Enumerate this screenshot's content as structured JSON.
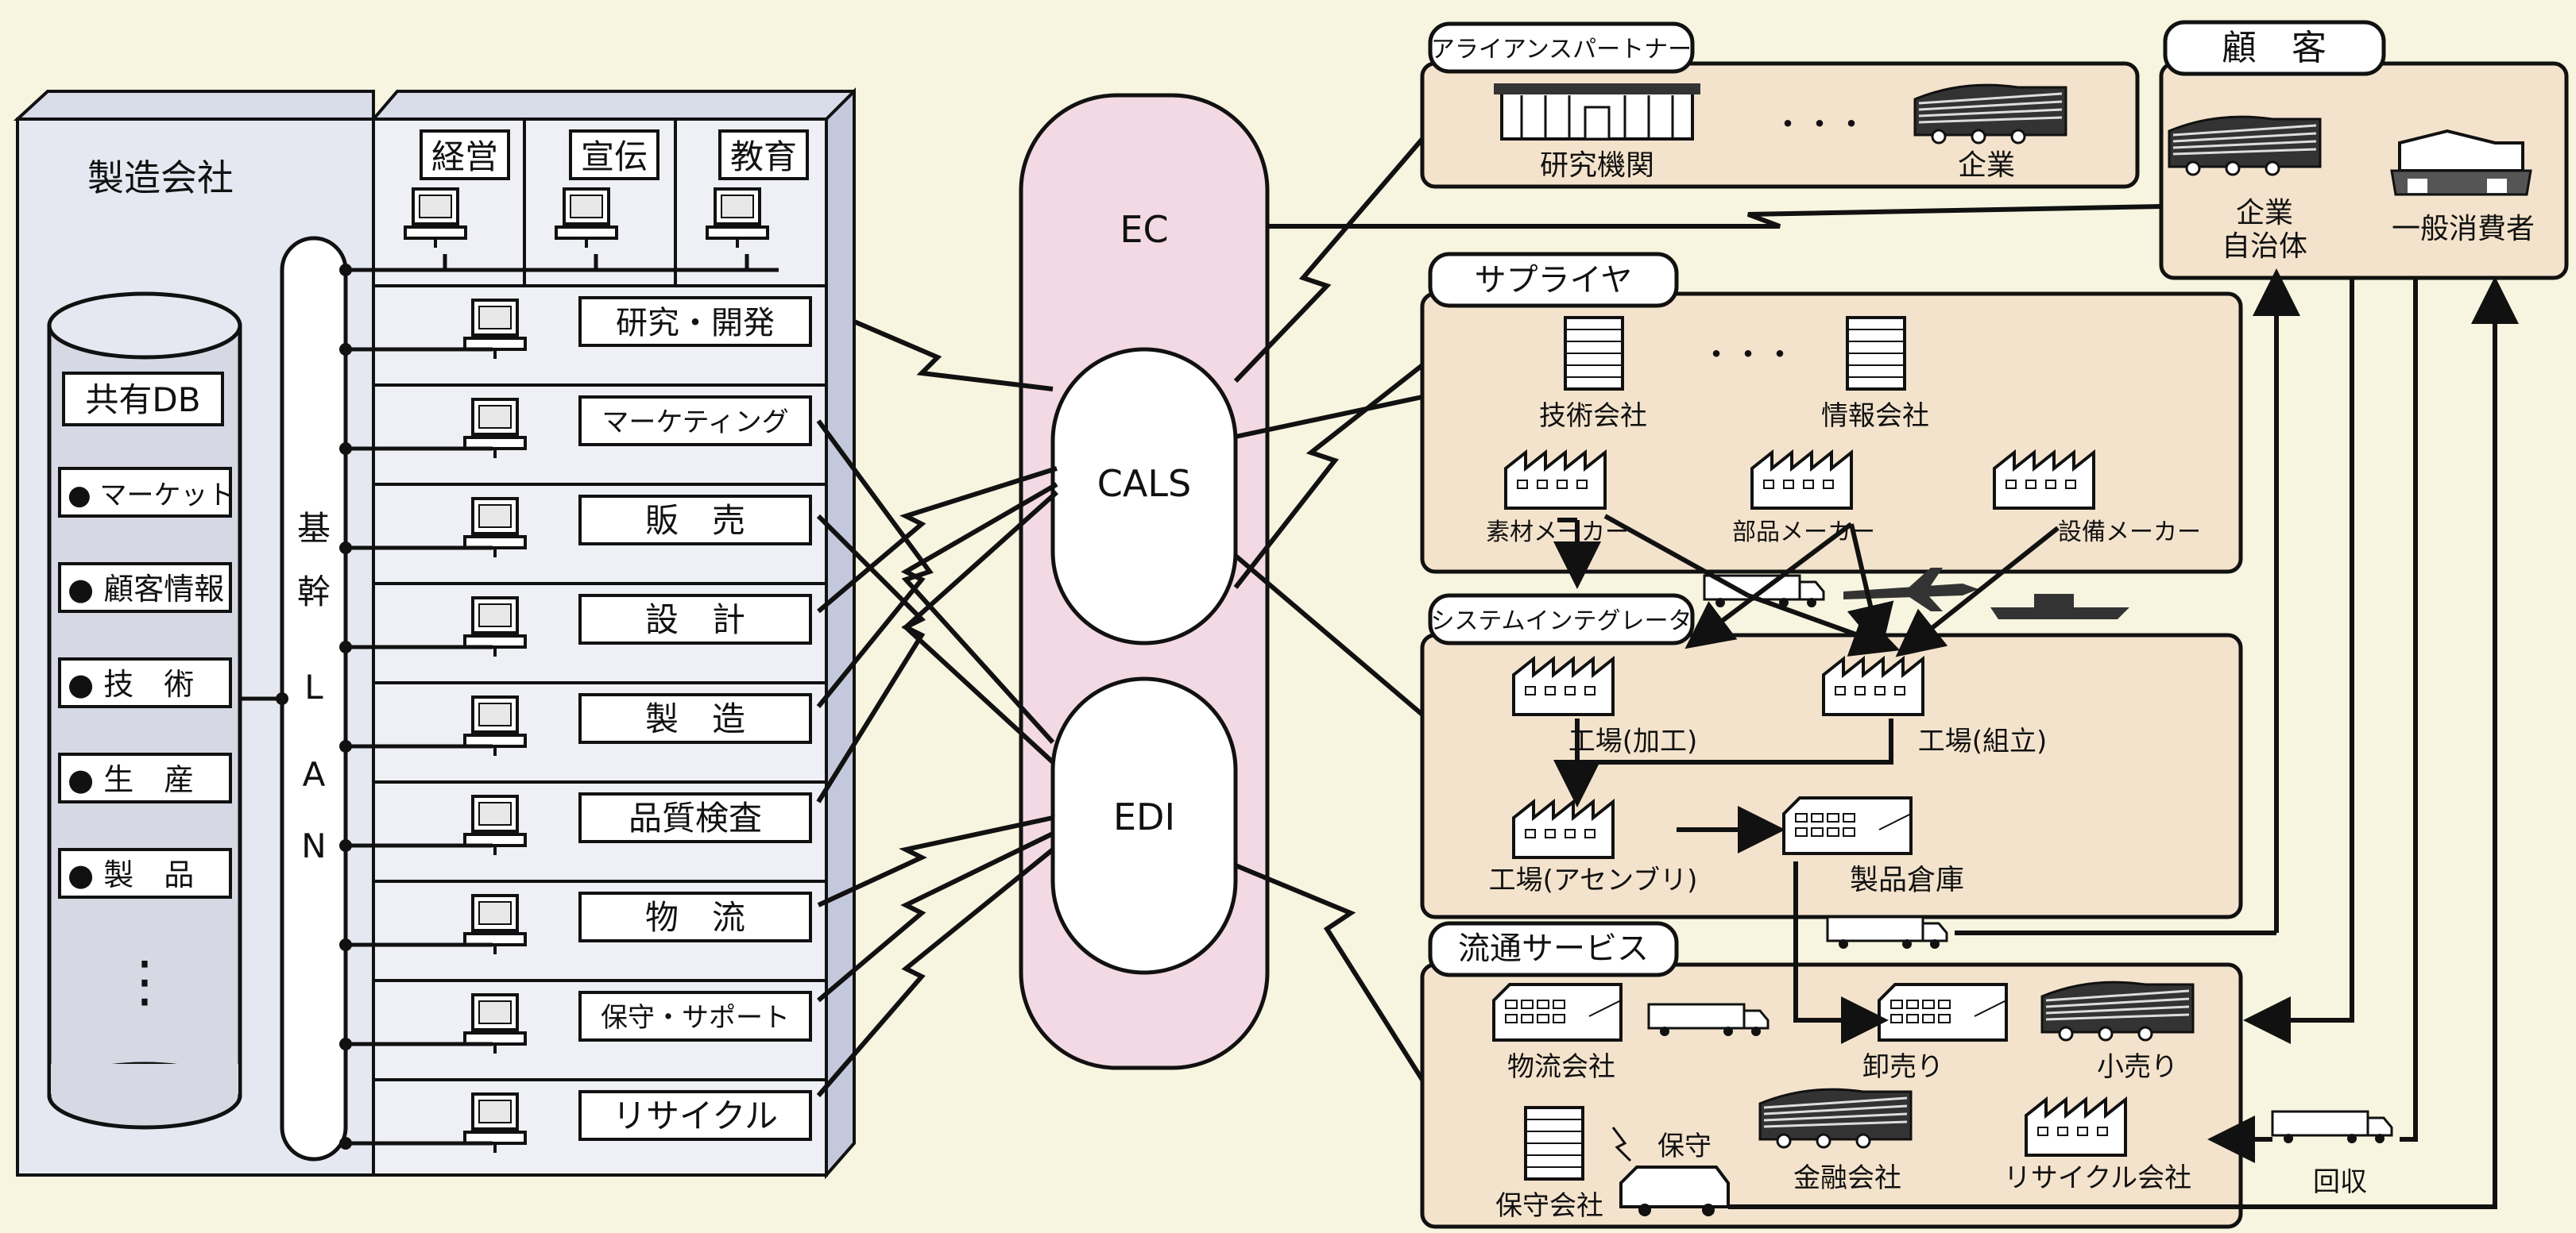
{
  "manufacturer": {
    "title": "製造会社",
    "top_depts": [
      "経営",
      "宣伝",
      "教育"
    ],
    "lan_label": [
      "基",
      "幹",
      "L",
      "A",
      "N"
    ],
    "db": {
      "title": "共有DB",
      "items": [
        "● マーケット",
        "● 顧客情報",
        "● 技　術",
        "● 生　産",
        "● 製　品"
      ],
      "more": "⋮"
    },
    "depts": [
      "研究・開発",
      "マーケティング",
      "販　売",
      "設　計",
      "製　造",
      "品質検査",
      "物　流",
      "保守・サポート",
      "リサイクル"
    ]
  },
  "network": {
    "ec": "EC",
    "cals": "CALS",
    "edi": "EDI"
  },
  "alliance": {
    "title": "アライアンスパートナー",
    "research": "研究機関",
    "dots": "・・・",
    "company": "企業"
  },
  "customer": {
    "title": "顧　客",
    "company_line1": "企業",
    "company_line2": "自治体",
    "consumer": "一般消費者"
  },
  "supplier": {
    "title": "サプライヤ",
    "tech_company": "技術会社",
    "dots": "・・・",
    "info_company": "情報会社",
    "material_maker": "素材メーカー",
    "parts_maker": "部品メーカー",
    "equipment_maker": "設備メーカー"
  },
  "integrator": {
    "title": "システムインテグレータ",
    "factory_process": "工場(加工)",
    "factory_assembly": "工場(組立)",
    "factory_final": "工場(アセンブリ)",
    "warehouse": "製品倉庫"
  },
  "distribution": {
    "title": "流通サービス",
    "logistics": "物流会社",
    "wholesale": "卸売り",
    "retail": "小売り",
    "maintenance_label": "保守",
    "finance": "金融会社",
    "recycle": "リサイクル会社",
    "maintenance_company": "保守会社",
    "collect": "回収"
  }
}
